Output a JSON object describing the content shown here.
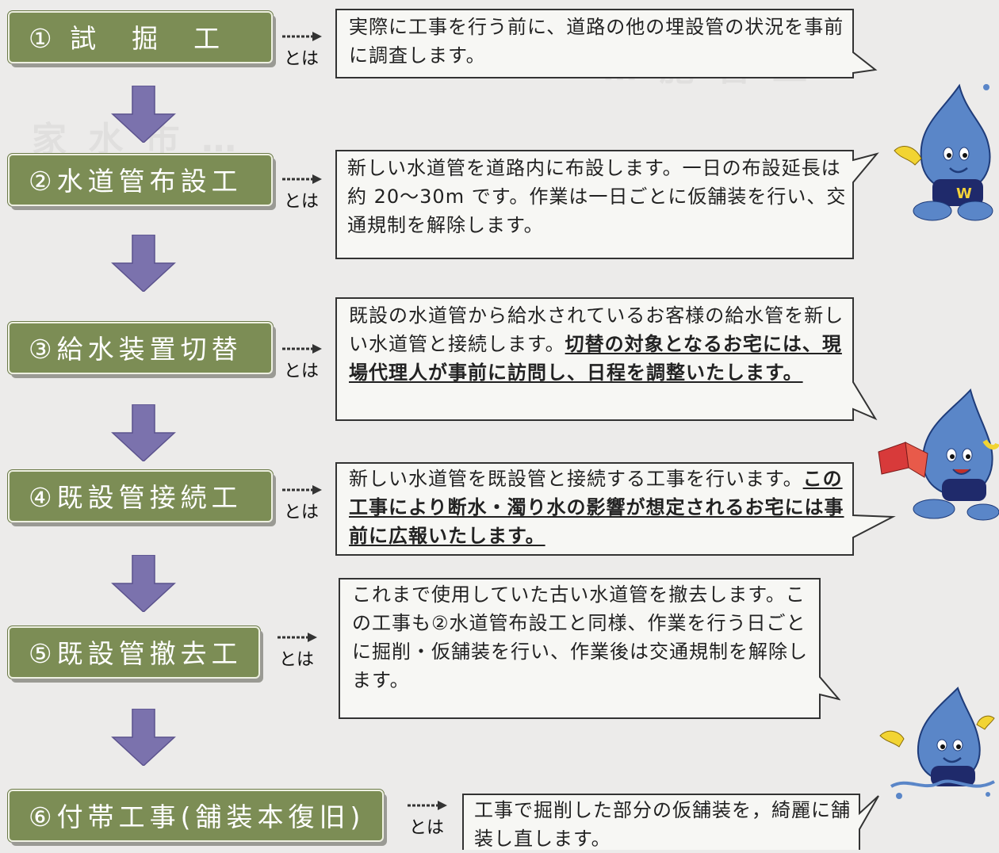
{
  "steps": [
    {
      "label": "① 試　掘　工"
    },
    {
      "label": "②水道管布設工"
    },
    {
      "label": "③給水装置切替"
    },
    {
      "label": "④既設管接続工"
    },
    {
      "label": "⑤既設管撤去工"
    },
    {
      "label": "⑥付帯工事(舗装本復旧)"
    }
  ],
  "connector_label": "とは",
  "explanations": [
    {
      "text": "実際に工事を行う前に、道路の他の埋設管の状況を事前に調査します。",
      "emphasis": ""
    },
    {
      "text": "新しい水道管を道路内に布設します。一日の布設延長は約 20～30m です。作業は一日ごとに仮舗装を行い、交通規制を解除します。",
      "emphasis": ""
    },
    {
      "text": "既設の水道管から給水されているお客様の給水管を新しい水道管と接続します。",
      "emphasis": "切替の対象となるお宅には、現場代理人が事前に訪問し、日程を調整いたします。"
    },
    {
      "text": "新しい水道管を既設管と接続する工事を行います。",
      "emphasis": "この工事により断水・濁り水の影響が想定されるお宅には事前に広報いたします。"
    },
    {
      "text": "これまで使用していた古い水道管を撤去します。この工事も②水道管布設工と同様、作業を行う日ごとに掘削・仮舗装を行い、作業後は交通規制を解除します。",
      "emphasis": ""
    },
    {
      "text": "工事で掘削した部分の仮舗装を，綺麗に舗装し直します。",
      "emphasis": ""
    }
  ],
  "mascot_badge": "W",
  "colors": {
    "step_fill": "#7c8d55",
    "arrow": "#7b72ad",
    "mascot": "#5a86c8",
    "mascot_dark": "#1f2a6b"
  }
}
